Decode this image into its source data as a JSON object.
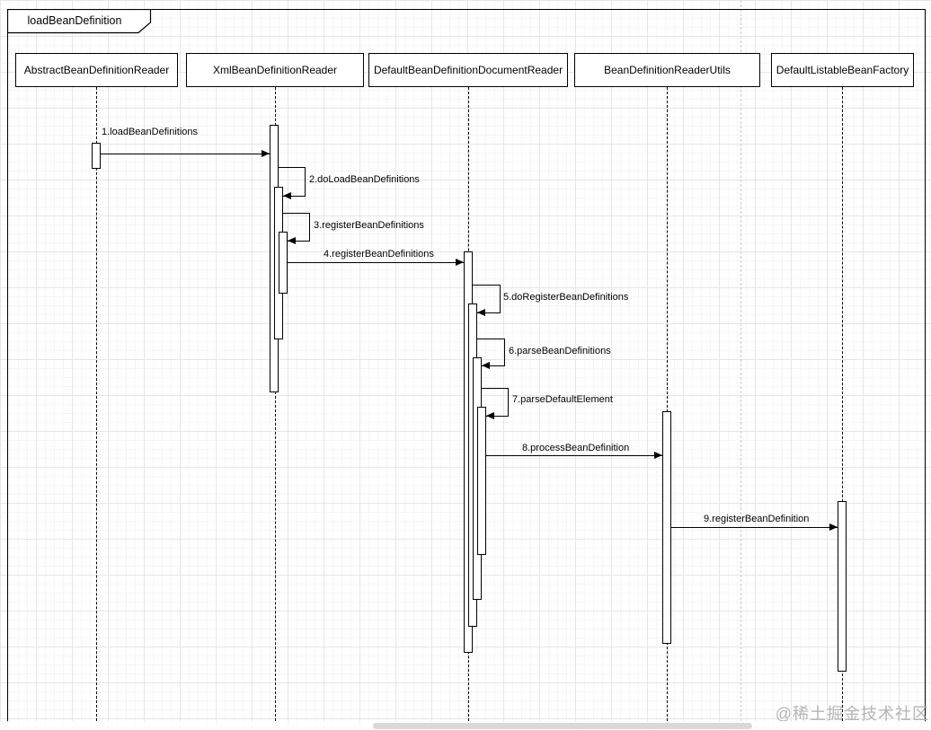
{
  "frame": {
    "title": "loadBeanDefinition"
  },
  "participants": [
    {
      "name": "AbstractBeanDefinitionReader"
    },
    {
      "name": "XmlBeanDefinitionReader"
    },
    {
      "name": "DefaultBeanDefinitionDocumentReader"
    },
    {
      "name": "BeanDefinitionReaderUtils"
    },
    {
      "name": "DefaultListableBeanFactory"
    }
  ],
  "messages": [
    {
      "label": "1.loadBeanDefinitions",
      "from": "AbstractBeanDefinitionReader",
      "to": "XmlBeanDefinitionReader",
      "kind": "sync-call"
    },
    {
      "label": "2.doLoadBeanDefinitions",
      "from": "XmlBeanDefinitionReader",
      "to": "XmlBeanDefinitionReader",
      "kind": "self-call"
    },
    {
      "label": "3.registerBeanDefinitions",
      "from": "XmlBeanDefinitionReader",
      "to": "XmlBeanDefinitionReader",
      "kind": "self-call"
    },
    {
      "label": "4.registerBeanDefinitions",
      "from": "XmlBeanDefinitionReader",
      "to": "DefaultBeanDefinitionDocumentReader",
      "kind": "sync-call"
    },
    {
      "label": "5.doRegisterBeanDefinitions",
      "from": "DefaultBeanDefinitionDocumentReader",
      "to": "DefaultBeanDefinitionDocumentReader",
      "kind": "self-call"
    },
    {
      "label": "6.parseBeanDefinitions",
      "from": "DefaultBeanDefinitionDocumentReader",
      "to": "DefaultBeanDefinitionDocumentReader",
      "kind": "self-call"
    },
    {
      "label": "7.parseDefaultElement",
      "from": "DefaultBeanDefinitionDocumentReader",
      "to": "DefaultBeanDefinitionDocumentReader",
      "kind": "self-call"
    },
    {
      "label": "8.processBeanDefinition",
      "from": "DefaultBeanDefinitionDocumentReader",
      "to": "BeanDefinitionReaderUtils",
      "kind": "sync-call"
    },
    {
      "label": "9.registerBeanDefinition",
      "from": "BeanDefinitionReaderUtils",
      "to": "DefaultListableBeanFactory",
      "kind": "sync-call"
    }
  ],
  "watermark": {
    "text": "@稀土掘金技术社区"
  },
  "colors": {
    "line": "#000000",
    "shape_fill": "#ffffff",
    "grid_minor": "#f5f5f5",
    "grid_major": "#e6e6e6",
    "page_boundary": "#c9c9c9",
    "watermark": "#b5b5b5",
    "scrollbar_thumb": "#d9d9d9"
  }
}
